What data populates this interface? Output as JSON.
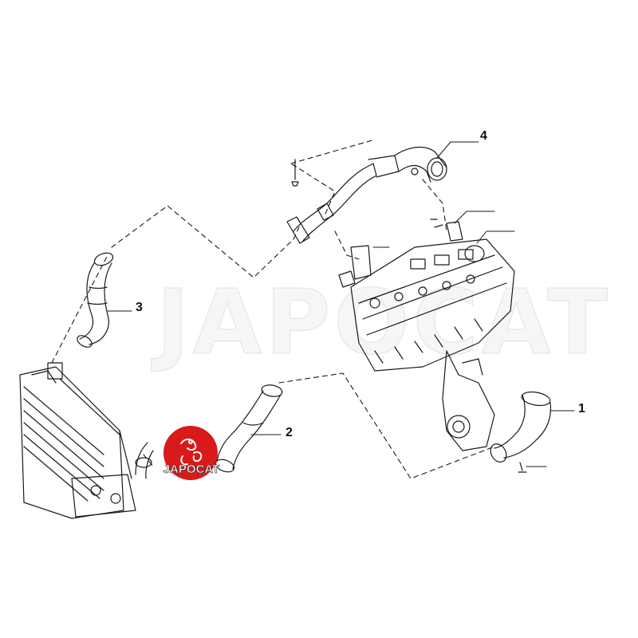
{
  "labels": {
    "part_1": "1",
    "part_2": "2",
    "part_3": "3",
    "part_4": "4"
  },
  "watermark": "JAPOCAT",
  "logo": {
    "text": "JAPOCAT",
    "color": "#d91a1a"
  },
  "colors": {
    "line": "#1a1a1a",
    "dash": "#222222"
  }
}
